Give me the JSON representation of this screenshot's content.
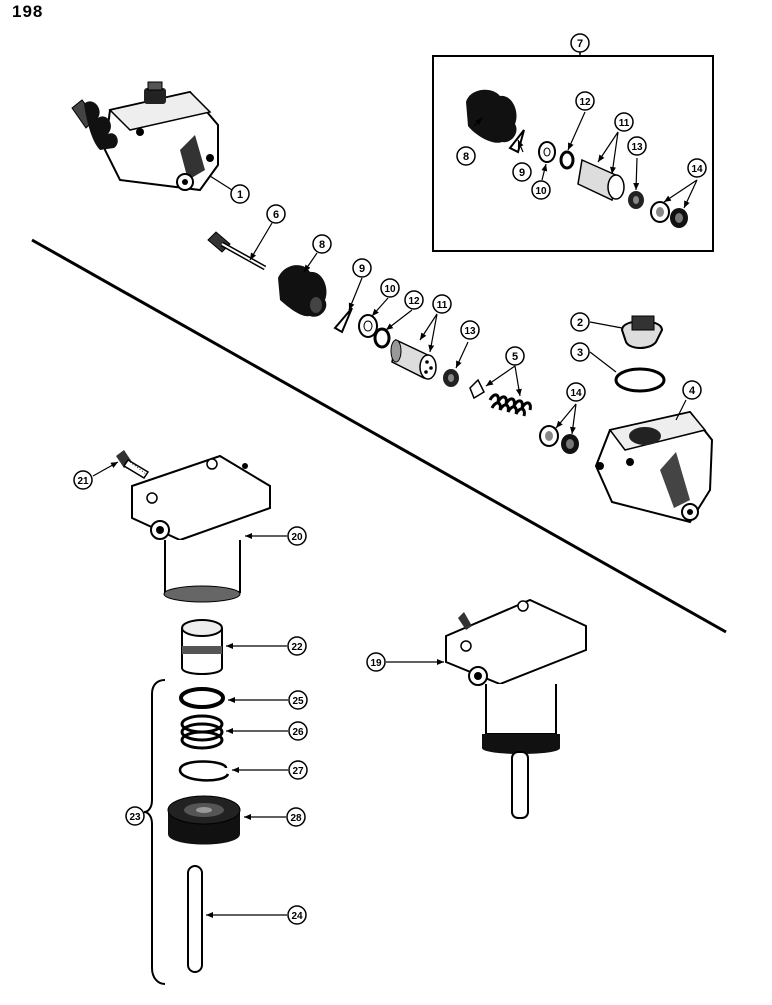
{
  "page_number": "198",
  "callouts": {
    "c1": "1",
    "c2": "2",
    "c3": "3",
    "c4": "4",
    "c5": "5",
    "c6": "6",
    "c7": "7",
    "c8_inset": "8",
    "c8": "8",
    "c9_inset": "9",
    "c9": "9",
    "c10_inset": "10",
    "c10": "10",
    "c11_inset": "11",
    "c11": "11",
    "c12_inset": "12",
    "c12": "12",
    "c13_inset": "13",
    "c13": "13",
    "c14_inset": "14",
    "c14": "14",
    "c19": "19",
    "c20": "20",
    "c21": "21",
    "c22": "22",
    "c23": "23",
    "c24": "24",
    "c25": "25",
    "c26": "26",
    "c27": "27",
    "c28": "28"
  }
}
